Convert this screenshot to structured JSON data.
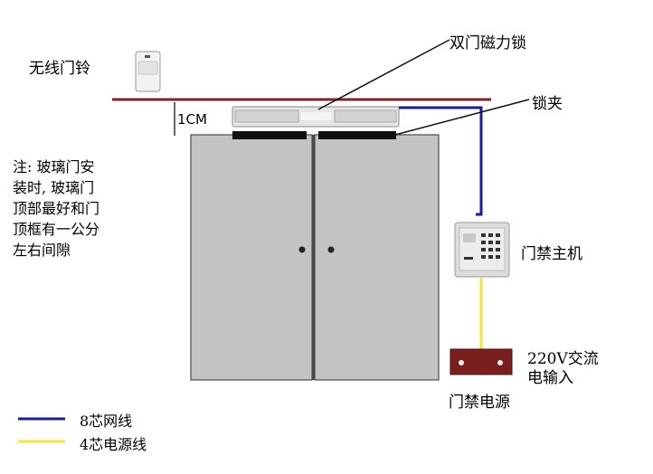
{
  "labels": {
    "doorbell": "无线门铃",
    "double_lock": "双门磁力锁",
    "clamp": "锁夹",
    "gap": "1CM",
    "controller": "门禁主机",
    "power_supply": "门禁电源",
    "ac_input_line1": "220V交流",
    "ac_input_line2": "电输入"
  },
  "note": {
    "lines": [
      "注: 玻璃门安",
      "装时, 玻璃门",
      "顶部最好和门",
      "顶框有一公分",
      "左右间隙"
    ]
  },
  "legend": [
    {
      "label": "8芯网线",
      "color": "#1a1aa6"
    },
    {
      "label": "4芯电源线",
      "color": "#f5e43a"
    }
  ],
  "colors": {
    "door": "#c3c3c3",
    "door_frame_line": "#7a2424",
    "power_box": "#7a1e1e",
    "network_cable": "#1a1aa6",
    "power_cable": "#f5e43a"
  }
}
